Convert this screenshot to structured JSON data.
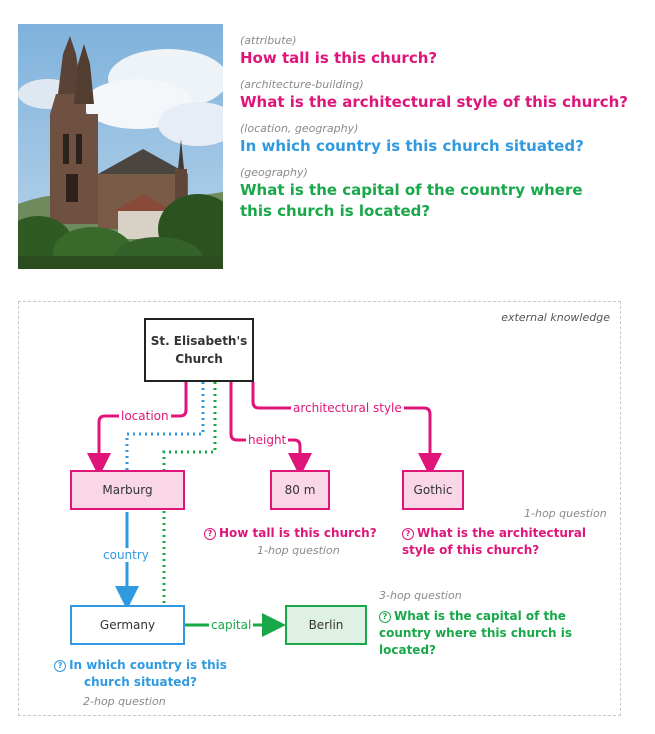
{
  "questions": [
    {
      "category": "(attribute)",
      "text": "How tall is this church?",
      "color": "#e0157a"
    },
    {
      "category": "(architecture-building)",
      "text": "What is the architectural style of this church?",
      "color": "#e0157a"
    },
    {
      "category": "(location, geography)",
      "text": "In which country is this church situated?",
      "color": "#2f9ae0"
    },
    {
      "category": "(geography)",
      "text": "What is the capital of the country where this church is located?",
      "color": "#18a84a"
    }
  ],
  "diagram": {
    "frame_label": "external knowledge",
    "nodes": {
      "root": "St. Elisabeth's Church",
      "marburg": "Marburg",
      "height_value": "80 m",
      "gothic": "Gothic",
      "germany": "Germany",
      "berlin": "Berlin"
    },
    "edge_labels": {
      "location": "location",
      "height": "height",
      "architectural_style": "architectural style",
      "country": "country",
      "capital": "capital"
    },
    "annotations": {
      "height_q": "How tall is this church?",
      "height_hop": "1-hop question",
      "style_hop": "1-hop question",
      "style_q": "What is the architectural style of this church?",
      "capital_hop": "3-hop question",
      "capital_q": "What is the capital of the country where this church is located?",
      "country_q": "In which country is this church situated?",
      "country_hop": "2-hop question"
    }
  },
  "colors": {
    "pink": "#e0157a",
    "blue": "#2f9ae0",
    "green": "#18a84a"
  }
}
